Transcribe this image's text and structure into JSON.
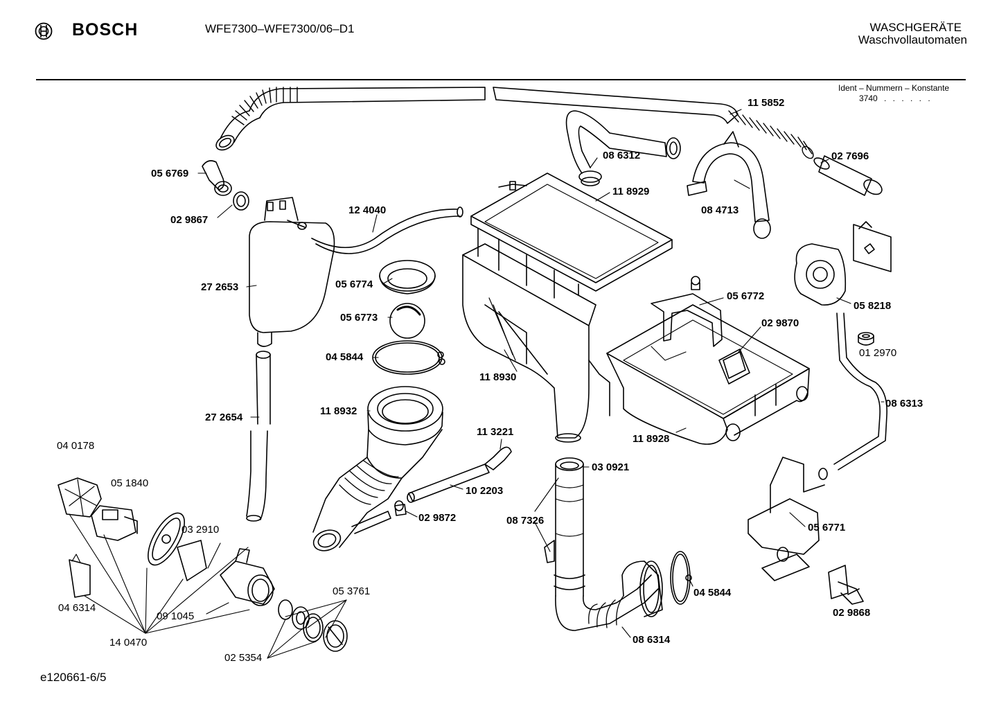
{
  "header": {
    "brand": "BOSCH",
    "model": "WFE7300–WFE7300/06–D1",
    "category_line1": "WASCHGERÄTE",
    "category_line2": "Waschvollautomaten"
  },
  "ident": {
    "label": "Ident – Nummern – Konstante",
    "value": "3740",
    "dots": ". . . . . ."
  },
  "footer": {
    "code": "e120661-6/5"
  },
  "parts": [
    {
      "id": "p115852",
      "label": "11 5852",
      "bold": true
    },
    {
      "id": "p086312",
      "label": "08 6312",
      "bold": true
    },
    {
      "id": "p027696",
      "label": "02 7696",
      "bold": true
    },
    {
      "id": "p056769",
      "label": "05 6769",
      "bold": true
    },
    {
      "id": "p118929",
      "label": "11 8929",
      "bold": true
    },
    {
      "id": "p084713",
      "label": "08 4713",
      "bold": true
    },
    {
      "id": "p029867",
      "label": "02 9867",
      "bold": true
    },
    {
      "id": "p124040",
      "label": "12 4040",
      "bold": true
    },
    {
      "id": "p272653",
      "label": "27 2653",
      "bold": true
    },
    {
      "id": "p056774",
      "label": "05 6774",
      "bold": true
    },
    {
      "id": "p056772",
      "label": "05 6772",
      "bold": true
    },
    {
      "id": "p058218",
      "label": "05 8218",
      "bold": true
    },
    {
      "id": "p056773",
      "label": "05 6773",
      "bold": true
    },
    {
      "id": "p029870",
      "label": "02 9870",
      "bold": true
    },
    {
      "id": "p045844a",
      "label": "04 5844",
      "bold": true
    },
    {
      "id": "p012970",
      "label": "01 2970",
      "bold": false
    },
    {
      "id": "p118930",
      "label": "11 8930",
      "bold": true
    },
    {
      "id": "p086313",
      "label": "08 6313",
      "bold": true
    },
    {
      "id": "p118932",
      "label": "11 8932",
      "bold": true
    },
    {
      "id": "p272654",
      "label": "27 2654",
      "bold": true
    },
    {
      "id": "p113221",
      "label": "11 3221",
      "bold": true
    },
    {
      "id": "p118928",
      "label": "11 8928",
      "bold": true
    },
    {
      "id": "p040178",
      "label": "04 0178",
      "bold": false
    },
    {
      "id": "p030921",
      "label": "03 0921",
      "bold": true
    },
    {
      "id": "p051840",
      "label": "05 1840",
      "bold": false
    },
    {
      "id": "p102203",
      "label": "10 2203",
      "bold": true
    },
    {
      "id": "p087326",
      "label": "08 7326",
      "bold": true
    },
    {
      "id": "p029872",
      "label": "02 9872",
      "bold": true
    },
    {
      "id": "p056771",
      "label": "05 6771",
      "bold": true
    },
    {
      "id": "p032910",
      "label": "03 2910",
      "bold": false
    },
    {
      "id": "p053761",
      "label": "05 3761",
      "bold": false
    },
    {
      "id": "p045844b",
      "label": "04 5844",
      "bold": true
    },
    {
      "id": "p046314",
      "label": "04 6314",
      "bold": false
    },
    {
      "id": "p091045",
      "label": "09 1045",
      "bold": false
    },
    {
      "id": "p029868",
      "label": "02 9868",
      "bold": true
    },
    {
      "id": "p140470",
      "label": "14 0470",
      "bold": false
    },
    {
      "id": "p086314",
      "label": "08 6314",
      "bold": true
    },
    {
      "id": "p025354",
      "label": "02 5354",
      "bold": false
    }
  ]
}
